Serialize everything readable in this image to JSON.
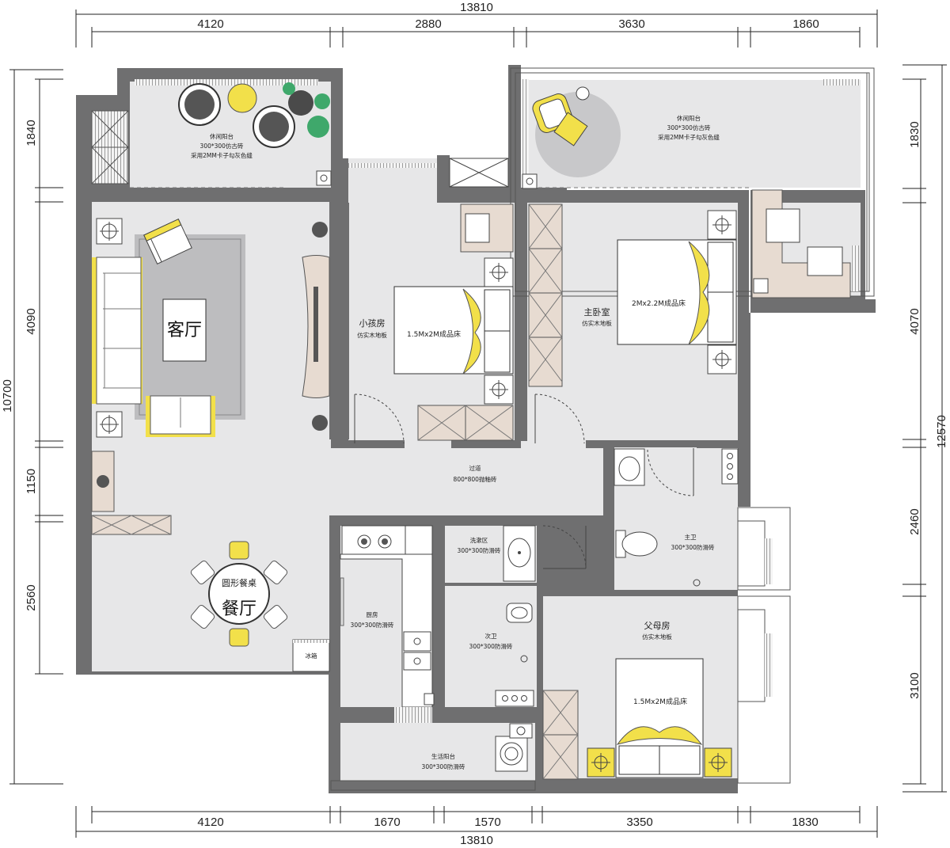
{
  "dimensions": {
    "top_total": "13810",
    "top_segments": [
      "4120",
      "2880",
      "3630",
      "1860"
    ],
    "bottom_total": "13810",
    "bottom_segments": [
      "4120",
      "1670",
      "1570",
      "3350",
      "1830"
    ],
    "left_total": "10700",
    "left_segments": [
      "1840",
      "4090",
      "1150",
      "2560"
    ],
    "right_total": "12570",
    "right_segments": [
      "1830",
      "4070",
      "2460",
      "3100"
    ]
  },
  "rooms": {
    "balcony_left": {
      "name": "休闲阳台",
      "line1": "300*300仿古砖",
      "line2": "采用2MM卡子勾灰色缝"
    },
    "balcony_right": {
      "name": "休闲阳台",
      "line1": "300*300仿古砖",
      "line2": "采用2MM卡子勾灰色缝"
    },
    "living": {
      "name": "客厅"
    },
    "dining": {
      "name": "餐厅",
      "table": "圆形餐桌"
    },
    "fridge": {
      "name": "冰箱"
    },
    "kids": {
      "name": "小孩房",
      "floor": "仿实木地板",
      "bed": "1.5Mx2M成品床"
    },
    "master": {
      "name": "主卧室",
      "floor": "仿实木地板",
      "bed": "2Mx2.2M成品床"
    },
    "corridor": {
      "name": "过道",
      "floor": "800*800抛釉砖"
    },
    "master_bath": {
      "name": "主卫",
      "floor": "300*300防滑砖"
    },
    "laundry": {
      "name": "洗漱区",
      "floor": "300*300防滑砖"
    },
    "kitchen": {
      "name": "厨房",
      "floor": "300*300防滑砖"
    },
    "second_bath": {
      "name": "次卫",
      "floor": "300*300防滑砖"
    },
    "parents": {
      "name": "父母房",
      "floor": "仿实木地板",
      "bed": "1.5Mx2M成品床"
    },
    "utility_balcony": {
      "name": "生活阳台",
      "floor": "300*300防滑砖"
    }
  },
  "colors": {
    "wall": "#6f6f70",
    "floor": "#e7e7e8",
    "accent_yellow": "#f2e04a",
    "cabinet": "#e7dbd1",
    "rug": "#bdbdbf"
  }
}
